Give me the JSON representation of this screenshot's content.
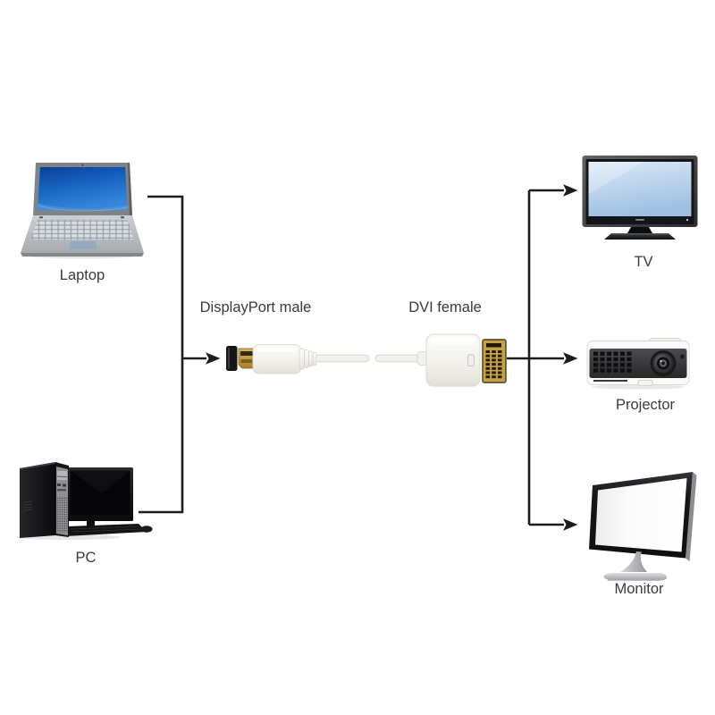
{
  "diagram": {
    "sources": [
      {
        "id": "laptop",
        "label": "Laptop"
      },
      {
        "id": "pc",
        "label": "PC"
      }
    ],
    "adapter": {
      "connector_left_label": "DisplayPort male",
      "connector_right_label": "DVI female"
    },
    "outputs": [
      {
        "id": "tv",
        "label": "TV"
      },
      {
        "id": "projector",
        "label": "Projector"
      },
      {
        "id": "monitor",
        "label": "Monitor"
      }
    ],
    "colors": {
      "background": "#ffffff",
      "line": "#1c1c1c",
      "label_text": "#3a3a3a",
      "laptop_screen_blue": "#1e63c4",
      "tv_screen_blue": "#bcd5ee",
      "connector_gold": "#c7a149",
      "adapter_body": "#f7f6f2"
    }
  }
}
